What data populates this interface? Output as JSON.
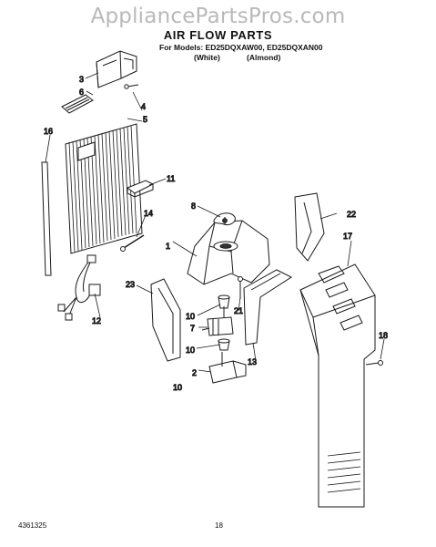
{
  "watermark": "AppliancePartsPros.com",
  "header": {
    "title": "AIR FLOW PARTS",
    "models_line": "For Models: ED25DQXAW00, ED25DQXAN00",
    "variant_white": "(White)",
    "variant_almond": "(Almond)"
  },
  "callouts": [
    "1",
    "2",
    "3",
    "4",
    "5",
    "6",
    "7",
    "8",
    "10",
    "10",
    "10",
    "11",
    "12",
    "13",
    "14",
    "16",
    "17",
    "18",
    "21",
    "22",
    "23"
  ],
  "footer": {
    "doc_number": "4361325",
    "page_number": "18"
  }
}
